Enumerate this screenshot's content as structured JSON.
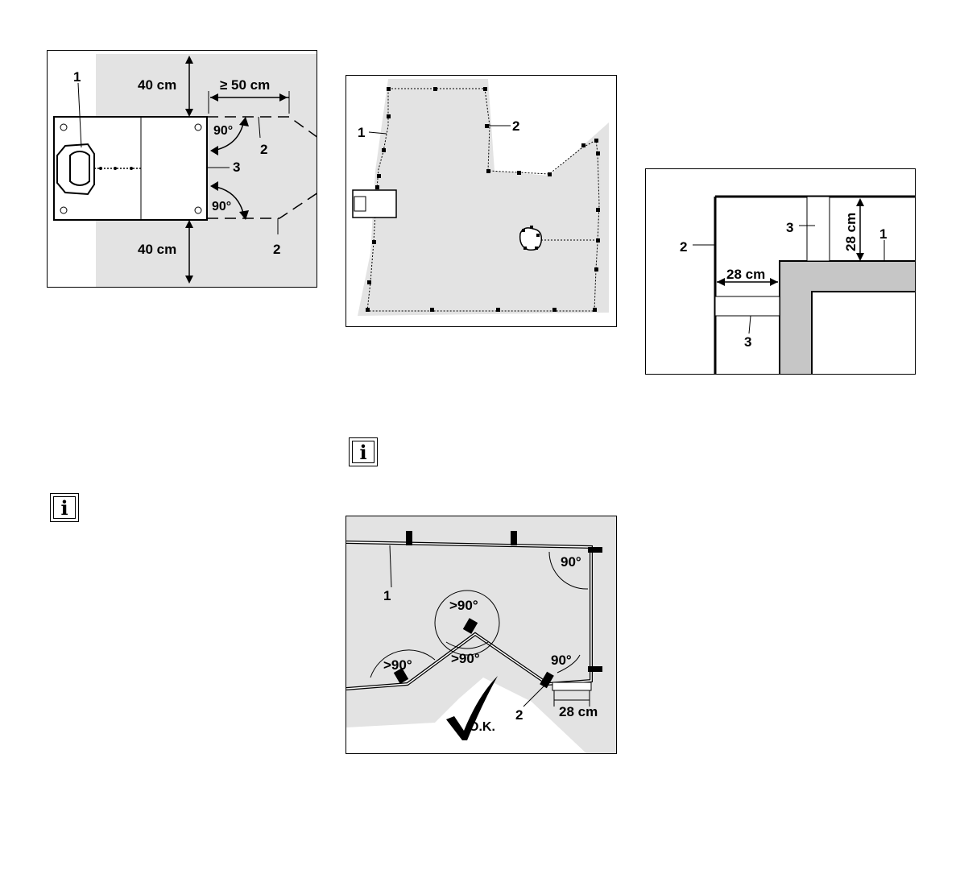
{
  "figure_a": {
    "dim_top": "40 cm",
    "dim_right": "≥ 50 cm",
    "dim_bottom": "40 cm",
    "angle_upper": "90°",
    "angle_lower": "90°",
    "callout_1": "1",
    "callout_2_upper": "2",
    "callout_2_lower": "2",
    "callout_3": "3"
  },
  "figure_b": {
    "callout_1": "1",
    "callout_2": "2"
  },
  "figure_c": {
    "callout_1": "1",
    "callout_2": "2",
    "callout_3_upper": "3",
    "callout_3_lower": "3",
    "dim_vertical": "28 cm",
    "dim_horizontal": "28 cm"
  },
  "figure_d": {
    "callout_1": "1",
    "callout_2": "2",
    "angle_top_right": "90°",
    "angle_mid": ">90°",
    "angle_mid_lower": ">90°",
    "angle_left": ">90°",
    "angle_lower_right": "90°",
    "dim": "28 cm",
    "ok_label": "O.K."
  },
  "info_icons": [
    {
      "glyph": "i"
    },
    {
      "glyph": "i"
    }
  ]
}
